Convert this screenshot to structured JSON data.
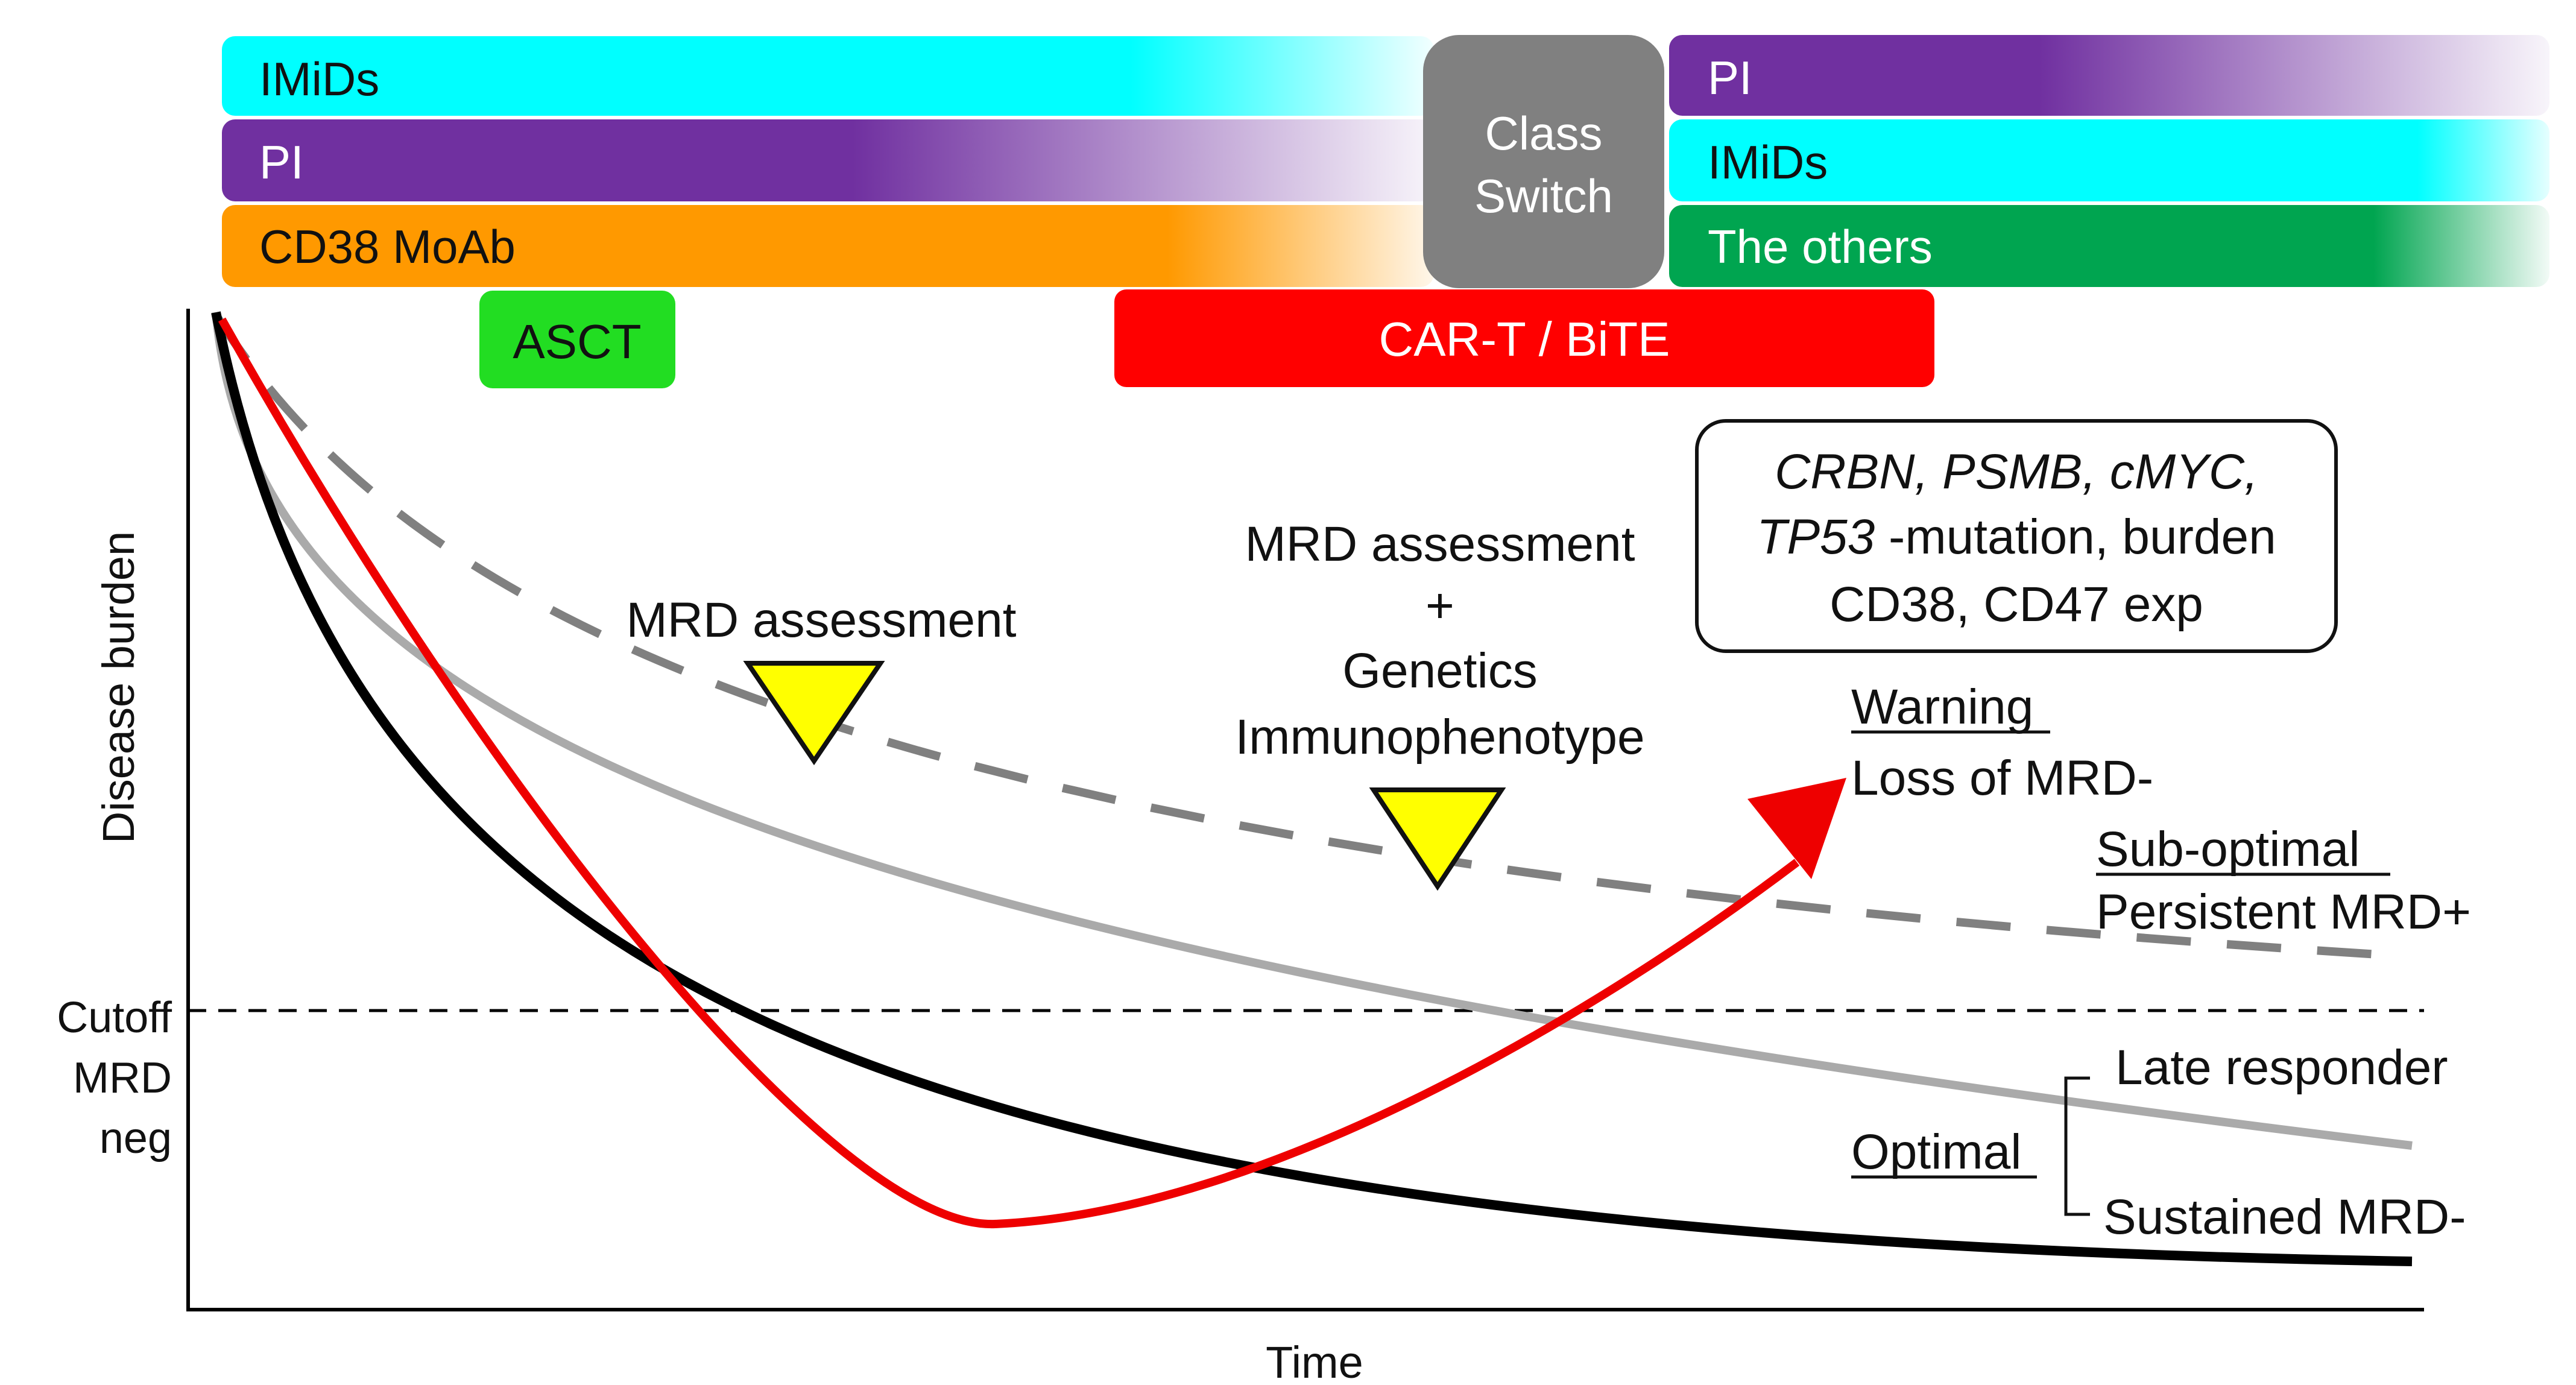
{
  "top_bars": {
    "left": {
      "imids": "IMiDs",
      "pi": "PI",
      "cd38": "CD38 MoAb"
    },
    "class_switch": {
      "line1": "Class",
      "line2": "Switch"
    },
    "right": {
      "pi": "PI",
      "imids": "IMiDs",
      "others": "The others"
    },
    "asct": "ASCT",
    "car_t": "CAR-T / BiTE"
  },
  "annotations": {
    "mrd_assessment_1": "MRD assessment",
    "mrd_assessment_2": {
      "line1": "MRD assessment",
      "line2": "+",
      "line3": "Genetics",
      "line4": "Immunophenotype"
    },
    "genetics_box": {
      "line1": "CRBN, PSMB, cMYC,",
      "line2_italic": "TP53",
      "line2_rest": " -mutation, burden",
      "line3": "CD38, CD47 exp"
    },
    "warning": {
      "title": "Warning",
      "text": "Loss of MRD-"
    },
    "suboptimal": {
      "title": "Sub-optimal",
      "text": "Persistent MRD+"
    },
    "optimal": {
      "title": "Optimal",
      "late": "Late responder",
      "sustained": "Sustained MRD-"
    }
  },
  "axes": {
    "y_title": "Disease burden",
    "x_title": "Time",
    "cutoff": {
      "line1": "Cutoff",
      "line2": "MRD",
      "line3": "neg"
    }
  },
  "colors": {
    "imids": "#00FFFF",
    "pi": "#7030A0",
    "cd38": "#FF9900",
    "class_switch": "#808080",
    "others": "#00A550",
    "asct": "#22DD22",
    "car_t": "#FF0000",
    "triangle": "#FFFF00",
    "curve_red": "#EE0000",
    "curve_black": "#000000",
    "curve_gray": "#AAAAAA",
    "curve_dashed": "#808080"
  }
}
